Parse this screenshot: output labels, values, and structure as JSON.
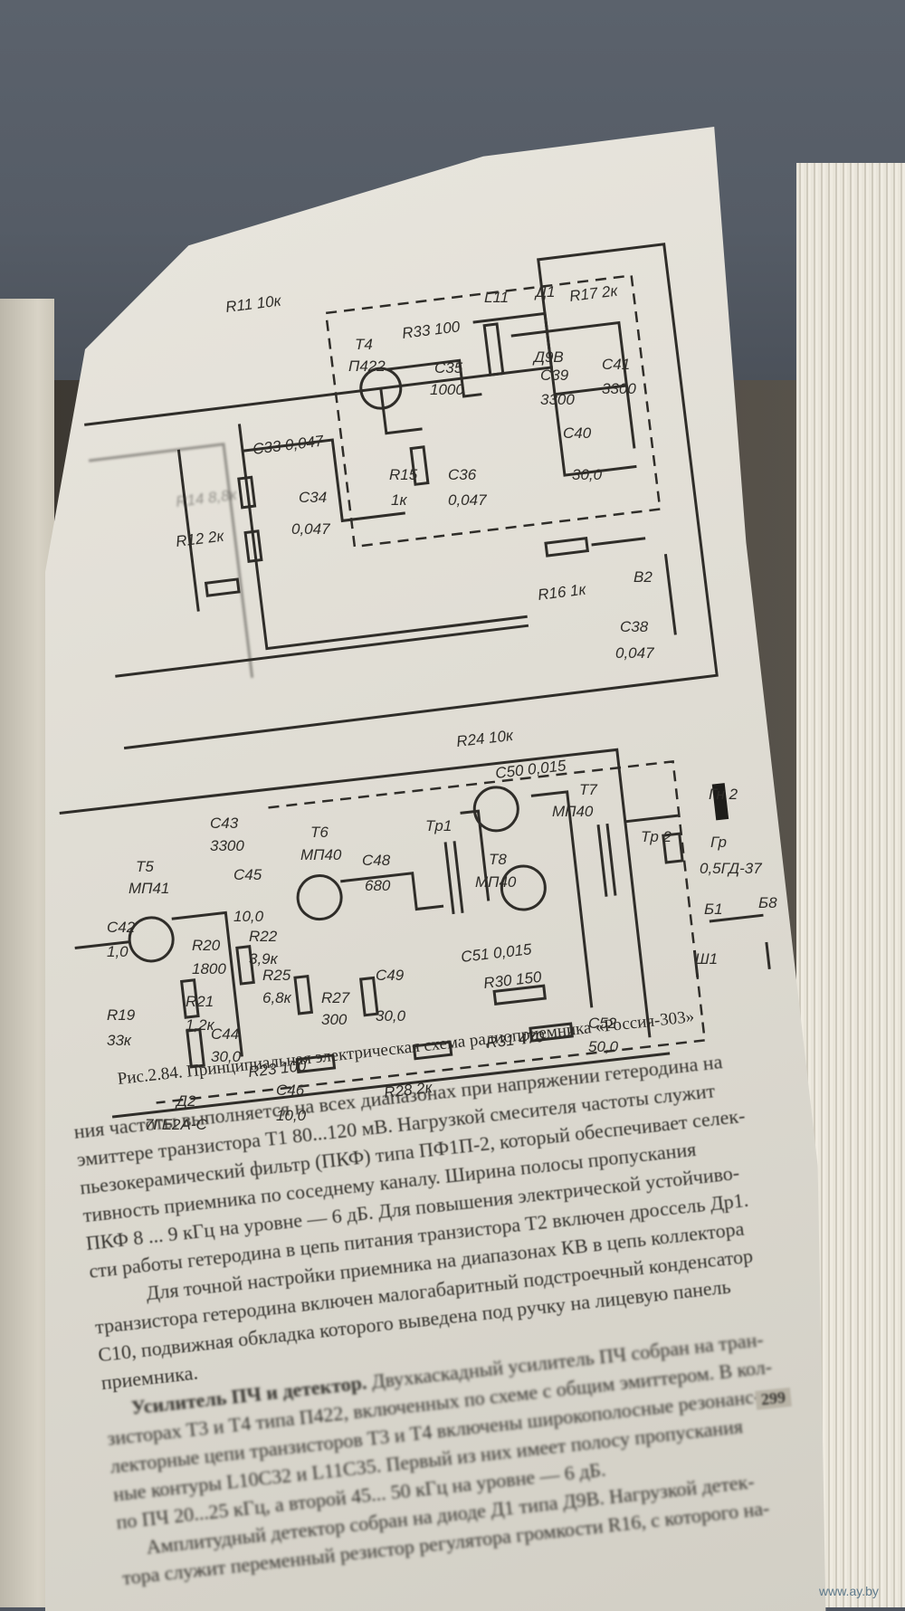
{
  "schematic_labels": {
    "top": [
      "R11 10к",
      "T4",
      "П422",
      "R33 100",
      "C35",
      "1000",
      "L11",
      "Д1",
      "Д9В",
      "R17 2к",
      "C39",
      "3300",
      "C41",
      "3300",
      "C40",
      "30,0",
      "C33 0,047",
      "C34",
      "0,047",
      "R15",
      "1к",
      "C36",
      "0,047",
      "R12 2к",
      "R16 1к",
      "B2",
      "C38",
      "0,047",
      "R14 8,8к"
    ],
    "bottom": [
      "R24 10к",
      "C50 0,015",
      "T7",
      "МП40",
      "Гн 2",
      "C43",
      "3300",
      "T6",
      "МП40",
      "C48",
      "680",
      "Tp1",
      "T8",
      "МП40",
      "Tp 2",
      "Гр",
      "0,5ГД-37",
      "T5",
      "МП41",
      "C45",
      "10,0",
      "R22",
      "3,9к",
      "R25",
      "6,8к",
      "R27",
      "300",
      "C49",
      "30,0",
      "C51 0,015",
      "Б1",
      "Б8",
      "Ш1",
      "C42",
      "1,0",
      "R20",
      "1800",
      "R21",
      "1,2к",
      "C44",
      "30,0",
      "R19",
      "33к",
      "R30 150",
      "R31 470",
      "C52",
      "50,0",
      "R23 100",
      "R28 2к",
      "C46",
      "10,0",
      "Д2",
      "7ГЕ2А-С"
    ]
  },
  "caption": "Рис.2.84. Принципиальная электрическая схема радиоприемника «Россия-303»",
  "paragraphs": [
    "ния частоты выполняется на всех диапазонах при напряжении гетеродина на",
    "эмиттере транзистора Т1 80...120 мВ. Нагрузкой смесителя частоты служит",
    "пьезокерамический фильтр (ПКФ) типа ПФ1П-2, который обеспечивает селек-",
    "тивность приемника по соседнему каналу. Ширина полосы пропускания",
    "ПКФ 8 ... 9 кГц на уровне — 6 дБ. Для повышения электрической устойчиво-",
    "сти работы гетеродина в цепь питания транзистора Т2 включен дроссель Др1.",
    "Для точной настройки приемника на диапазонах КВ в цепь коллектора",
    "транзистора гетеродина включен малогабаритный подстроечный конденсатор",
    "С10, подвижная обкладка которого выведена под ручку на лицевую панель",
    "приемника."
  ],
  "heading_bold": "Усилитель ПЧ и детектор.",
  "paragraphs2": [
    "Двухкаскадный усилитель ПЧ собран на тран-",
    "зисторах Т3 и Т4 типа П422, включенных по схеме с общим эмиттером. В кол-",
    "лекторные цепи транзисторов Т3 и Т4 включены широкополосные резонанс-",
    "ные контуры L10С32 и L11С35. Первый из них имеет полосу пропускания",
    "по ПЧ 20...25 кГц, а второй 45... 50 кГц на уровне — 6 дБ.",
    "Амплитудный детектор собран на диоде Д1 типа Д9В. Нагрузкой детек-",
    "тора служит переменный резистор регулятора громкости R16, с которого на-"
  ],
  "page_number": "299",
  "watermark": "www.ay.by"
}
